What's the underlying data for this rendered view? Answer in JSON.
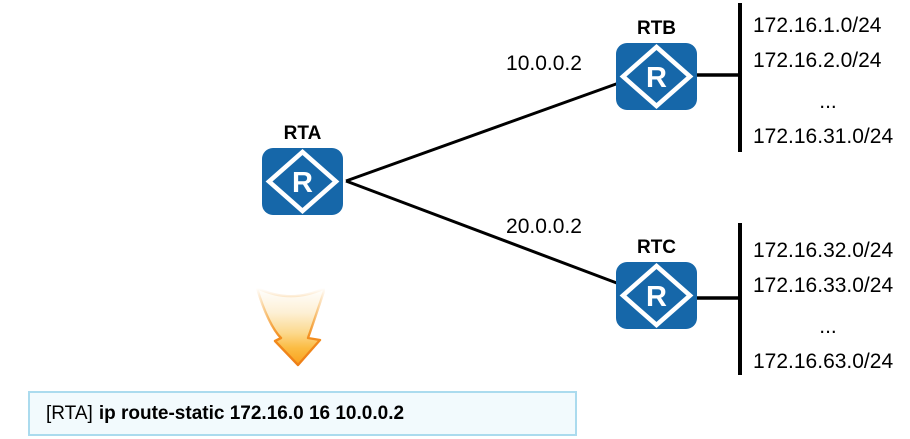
{
  "topology": {
    "routers": [
      {
        "label": "RTA"
      },
      {
        "label": "RTB"
      },
      {
        "label": "RTC"
      }
    ],
    "router_icon": {
      "letter": "R"
    },
    "links": [
      {
        "from": "RTA",
        "to": "RTB",
        "label": "10.0.0.2"
      },
      {
        "from": "RTA",
        "to": "RTC",
        "label": "20.0.0.2"
      }
    ],
    "rtb_lan": {
      "networks": [
        "172.16.1.0/24",
        "172.16.2.0/24",
        "...",
        "172.16.31.0/24"
      ]
    },
    "rtc_lan": {
      "networks": [
        "172.16.32.0/24",
        "172.16.33.0/24",
        "...",
        "172.16.63.0/24"
      ]
    }
  },
  "command_box": {
    "prompt": "[RTA]",
    "command": "ip route-static 172.16.0 16 10.0.0.2"
  },
  "colors": {
    "router_blue": "#1667a9",
    "line_black": "#000000",
    "arrow_orange": "#f9a01b",
    "box_border": "#abdbee",
    "box_bg": "#f2fafd"
  }
}
